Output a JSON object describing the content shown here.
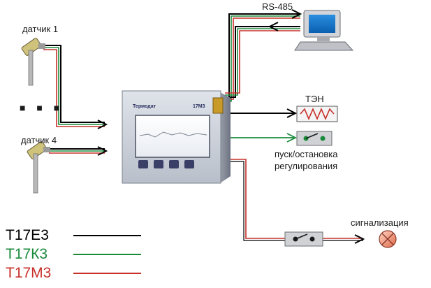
{
  "labels": {
    "sensor1": "датчик 1",
    "ellipsis": "■ ■ ■",
    "sensor4": "датчик 4",
    "rs485": "RS-485",
    "heater": "ТЭН",
    "start_stop": "пуск/остановка",
    "regulation": "регулирования",
    "alarm": "сигнализация"
  },
  "device": {
    "brand": "Термодат",
    "model": "17М3"
  },
  "legend": [
    {
      "label": "Т17Е3",
      "color": "#000000"
    },
    {
      "label": "Т17К3",
      "color": "#1a8a3a"
    },
    {
      "label": "Т17М3",
      "color": "#c8302a"
    }
  ],
  "icons": [
    "temperature-sensor-icon",
    "computer-icon",
    "heater-icon",
    "switch-icon",
    "alarm-lamp-icon"
  ]
}
